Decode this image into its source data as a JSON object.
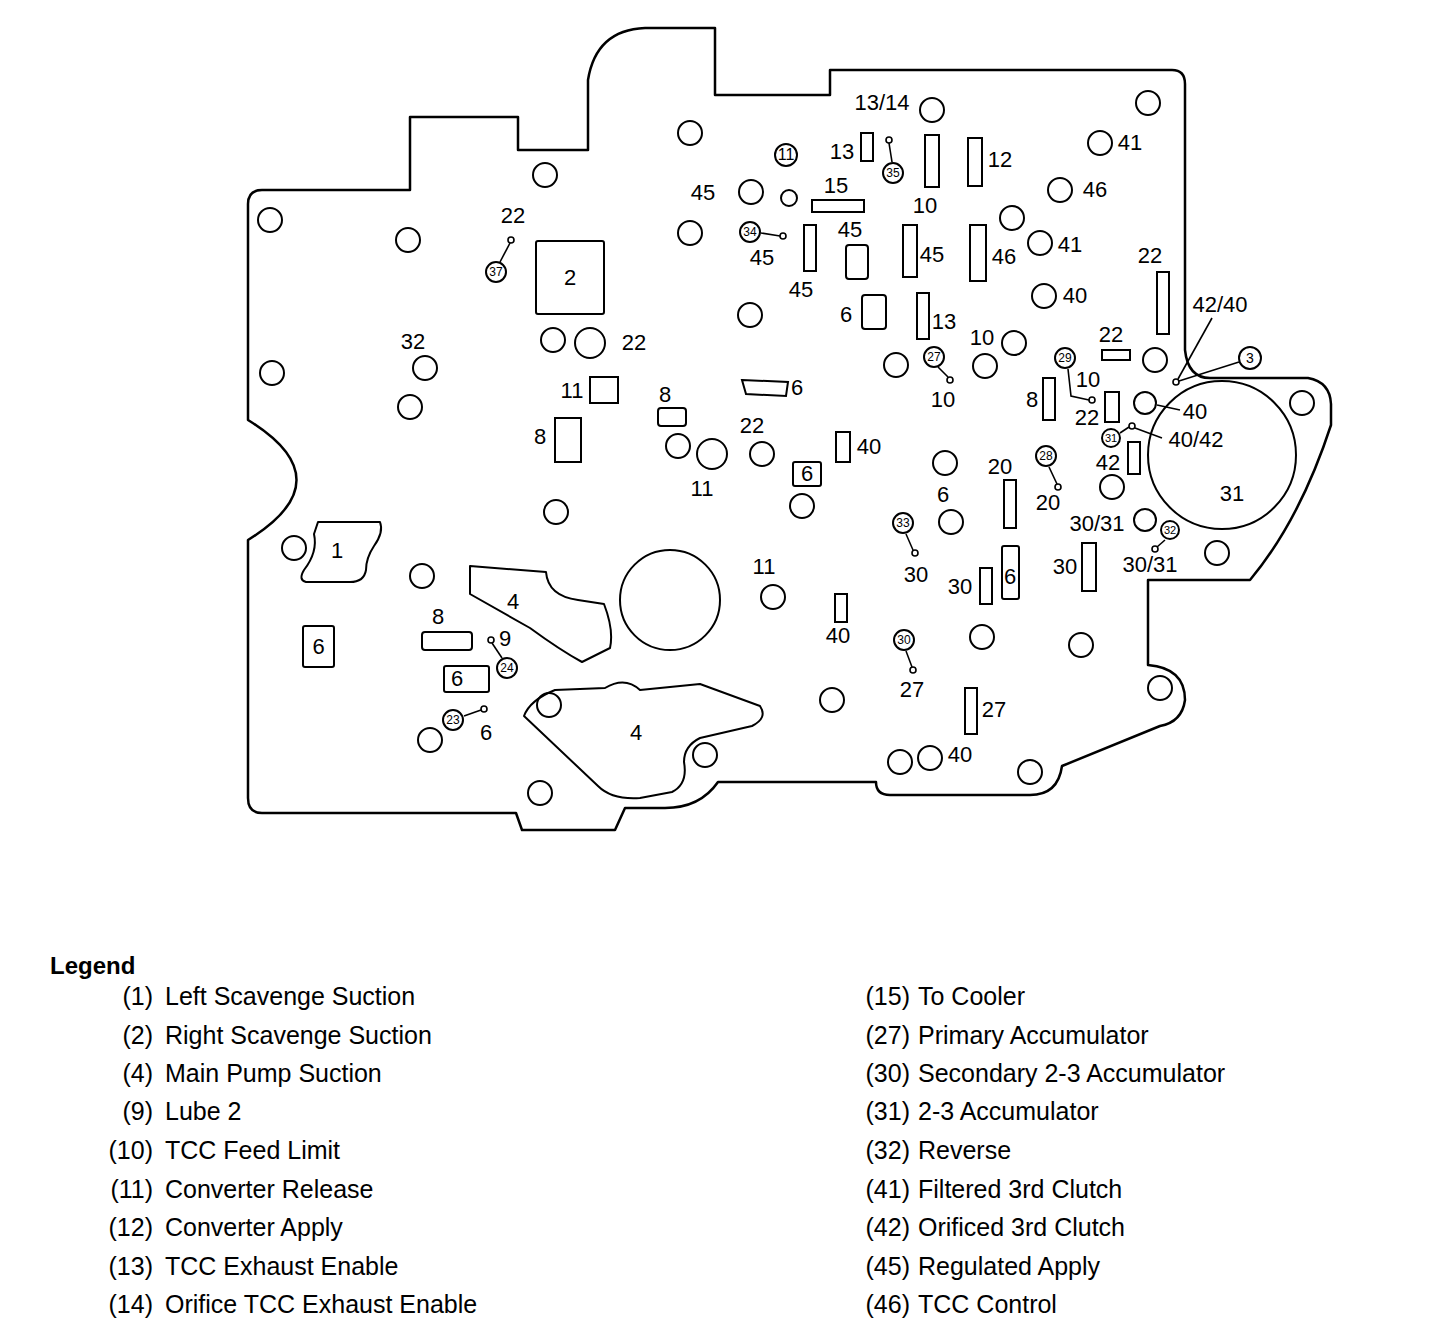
{
  "diagram": {
    "nodes": [
      {
        "text": [
          "11"
        ]
      },
      {
        "text": [
          "35"
        ]
      },
      {
        "text": [
          "34"
        ]
      },
      {
        "text": [
          "2"
        ]
      },
      {
        "text": [
          "37"
        ]
      },
      {
        "text": [
          "27"
        ]
      },
      {
        "text": [
          "29"
        ]
      },
      {
        "text": [
          "3"
        ]
      },
      {
        "text": [
          "31"
        ]
      },
      {
        "text": [
          "28"
        ]
      },
      {
        "text": [
          "31"
        ]
      },
      {
        "text": [
          "6"
        ]
      },
      {
        "text": [
          "33"
        ]
      },
      {
        "text": [
          "32"
        ]
      },
      {
        "text": [
          "1"
        ]
      },
      {
        "text": [
          "6"
        ]
      },
      {
        "text": [
          "4"
        ]
      },
      {
        "text": [
          "6"
        ]
      },
      {
        "text": [
          "30"
        ]
      },
      {
        "text": [
          "24"
        ]
      },
      {
        "text": [
          "6"
        ]
      },
      {
        "text": [
          "4"
        ]
      },
      {
        "text": [
          "23"
        ]
      }
    ],
    "labels": [
      "13/14",
      "13",
      "12",
      "41",
      "45",
      "15",
      "46",
      "10",
      "22",
      "45",
      "41",
      "45",
      "46",
      "45",
      "22",
      "45",
      "40",
      "42/40",
      "6",
      "13",
      "10",
      "32",
      "22",
      "22",
      "10",
      "6",
      "11",
      "8",
      "10",
      "8",
      "40",
      "22",
      "22",
      "8",
      "40/42",
      "40",
      "42",
      "20",
      "11",
      "6",
      "20",
      "30/31",
      "11",
      "30",
      "30/31",
      "30",
      "30",
      "8",
      "9",
      "40",
      "27",
      "27",
      "6",
      "40",
      "Legend",
      "(1)",
      "(2)",
      "(4)",
      "(9)",
      "(10)",
      "(11)",
      "(12)",
      "(13)",
      "(14)",
      "(15)",
      "(27)",
      "(30)",
      "(31)",
      "(32)",
      "(41)",
      "(42)",
      "(45)",
      "(46)"
    ],
    "legend": [
      {
        "text": "Left Scavenge Suction"
      },
      {
        "text": "Right Scavenge Suction"
      },
      {
        "text": "Main Pump Suction"
      },
      {
        "text": "Lube 2"
      },
      {
        "text": "TCC Feed Limit"
      },
      {
        "text": "Converter Release"
      },
      {
        "text": "Converter Apply"
      },
      {
        "text": "TCC Exhaust Enable"
      },
      {
        "text": "Orifice TCC Exhaust Enable"
      },
      {
        "text": "To Cooler"
      },
      {
        "text": "Primary Accumulator"
      },
      {
        "text": "Secondary 2-3 Accumulator"
      },
      {
        "text": "2-3 Accumulator"
      },
      {
        "text": "Reverse"
      },
      {
        "text": "Filtered 3rd Clutch"
      },
      {
        "text": "Orificed 3rd Clutch"
      },
      {
        "text": "Regulated Apply"
      },
      {
        "text": "TCC Control"
      }
    ]
  }
}
